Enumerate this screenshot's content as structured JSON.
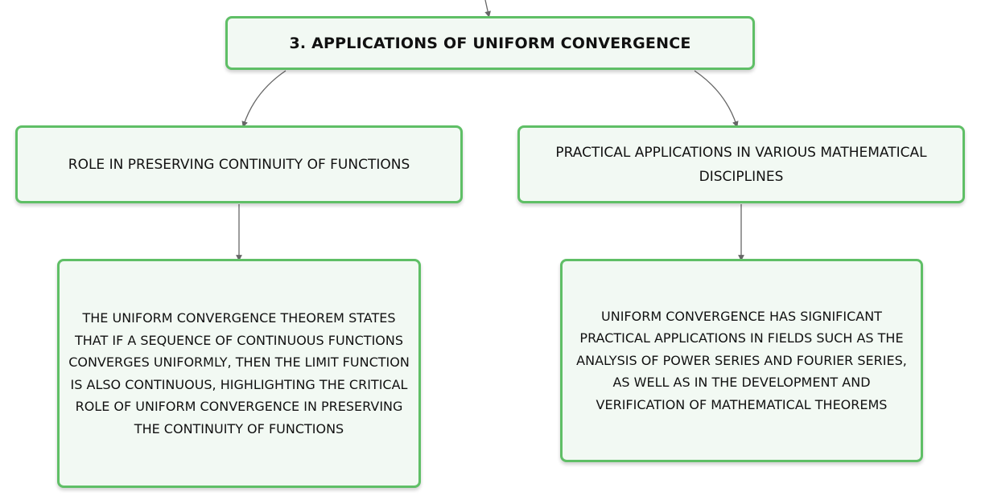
{
  "diagram": {
    "root": {
      "label": "3. APPLICATIONS OF UNIFORM CONVERGENCE"
    },
    "branches": [
      {
        "label": "ROLE IN PRESERVING CONTINUITY OF FUNCTIONS",
        "detail": "THE UNIFORM CONVERGENCE THEOREM STATES THAT IF A SEQUENCE OF CONTINUOUS FUNCTIONS CONVERGES UNIFORMLY, THEN THE LIMIT FUNCTION IS ALSO CONTINUOUS, HIGHLIGHTING THE CRITICAL ROLE OF UNIFORM CONVERGENCE IN PRESERVING THE CONTINUITY OF FUNCTIONS"
      },
      {
        "label": "PRACTICAL APPLICATIONS IN VARIOUS MATHEMATICAL DISCIPLINES",
        "detail": "UNIFORM CONVERGENCE HAS SIGNIFICANT PRACTICAL APPLICATIONS IN FIELDS SUCH AS THE ANALYSIS OF POWER SERIES AND FOURIER SERIES, AS WELL AS IN THE DEVELOPMENT AND VERIFICATION OF MATHEMATICAL THEOREMS"
      }
    ],
    "colors": {
      "node_border": "#5fbf66",
      "node_fill": "#f2f9f3",
      "connector": "#666666",
      "text": "#111111"
    }
  }
}
